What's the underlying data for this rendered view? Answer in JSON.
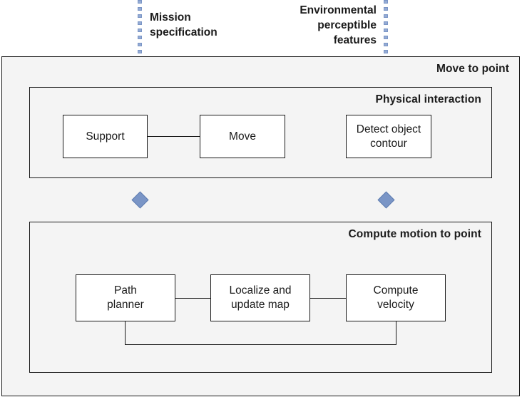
{
  "diagram": {
    "title": "Move to point",
    "inputs": [
      {
        "id": "mission-specification",
        "label": "Mission\nspecification",
        "align": "left"
      },
      {
        "id": "environmental-perceptible-features",
        "label": "Environmental\nperceptible\nfeatures",
        "align": "right"
      }
    ],
    "containers": [
      {
        "id": "physical-interaction",
        "title": "Physical interaction",
        "nodes": [
          {
            "id": "support",
            "label": "Support"
          },
          {
            "id": "move",
            "label": "Move"
          },
          {
            "id": "detect-object-contour",
            "label": "Detect object\ncontour"
          }
        ],
        "edges": [
          {
            "from": "support",
            "to": "move",
            "kind": "solid"
          }
        ]
      },
      {
        "id": "compute-motion-to-point",
        "title": "Compute motion to point",
        "nodes": [
          {
            "id": "path-planner",
            "label": "Path\nplanner"
          },
          {
            "id": "localize-and-update-map",
            "label": "Localize and\nupdate map"
          },
          {
            "id": "compute-velocity",
            "label": "Compute\nvelocity"
          }
        ],
        "edges": [
          {
            "from": "path-planner",
            "to": "localize-and-update-map",
            "kind": "solid"
          },
          {
            "from": "localize-and-update-map",
            "to": "compute-velocity",
            "kind": "solid"
          },
          {
            "from": "compute-velocity",
            "to": "path-planner",
            "kind": "feedback-loop"
          }
        ]
      }
    ],
    "junctions": [
      {
        "id": "junction-mission-specification",
        "shape": "diamond"
      },
      {
        "id": "junction-environmental-features",
        "shape": "diamond"
      }
    ],
    "colors": {
      "accent": "#7a95c6",
      "accent_border": "#5d7cb0",
      "container_fill": "#f4f4f4",
      "node_fill": "#ffffff",
      "stroke": "#1a1a1a",
      "page_background": "#ffffff"
    }
  }
}
